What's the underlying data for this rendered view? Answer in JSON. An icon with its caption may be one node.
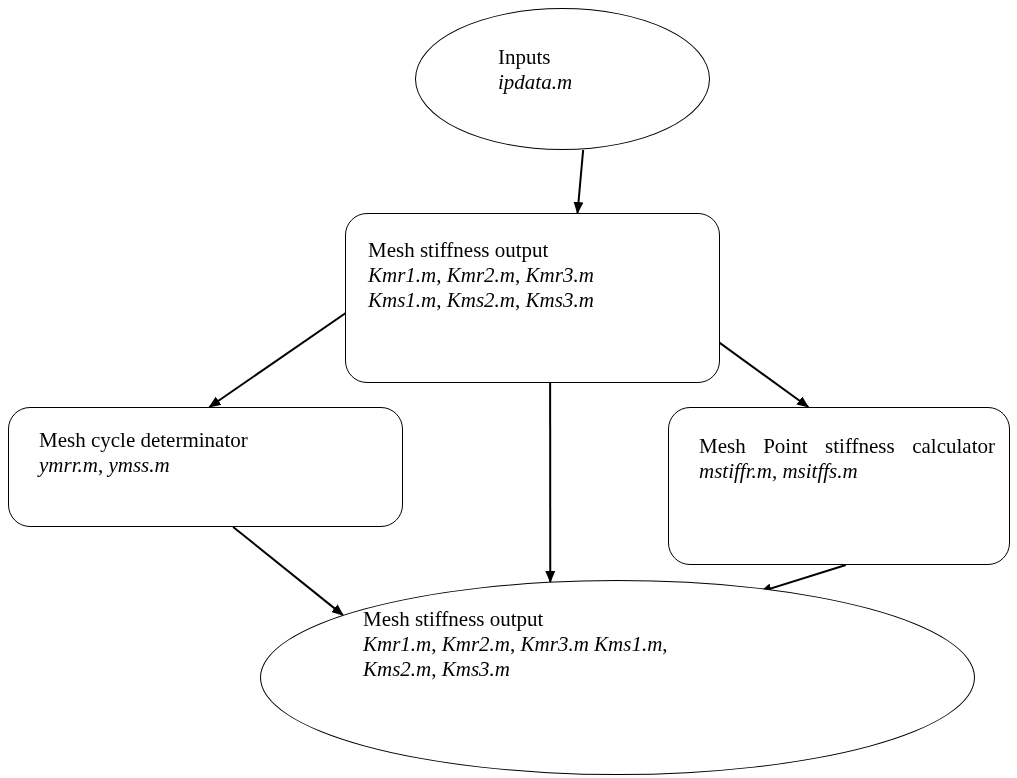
{
  "diagram": {
    "nodes": [
      {
        "text": [
          "Inputs",
          "*ipdata.m*"
        ]
      },
      {
        "text": [
          "Mesh stiffness output",
          "*Kmr1.m*, *Kmr2.m*, *Kmr3.m* *Kms1.m*, *Kms2.m*, *Kms3.m*"
        ]
      },
      {
        "text": [
          "Mesh cycle determinator",
          "*ymrr.m*, *ymss.m*"
        ]
      },
      {
        "text": [
          "Mesh Point stiffness calculator",
          "*mstiffr.m*, *msitffs.m*"
        ]
      },
      {
        "text": [
          "Mesh stiffness output",
          "*Kmr1.m*, *Kmr2.m*, *Kmr3.m* *Kms1.m*, *Kms2.m*, *Kms3.m*"
        ]
      }
    ],
    "edges": [
      {
        "from": 0,
        "to": 1,
        "arrow": "to"
      },
      {
        "from": 1,
        "to": 2,
        "arrow": "to"
      },
      {
        "from": 1,
        "to": 4,
        "arrow": "to"
      },
      {
        "from": 1,
        "to": 3,
        "arrow": "to"
      },
      {
        "from": 2,
        "to": 4,
        "arrow": "to"
      },
      {
        "from": 3,
        "to": 4,
        "arrow": "to"
      }
    ]
  }
}
